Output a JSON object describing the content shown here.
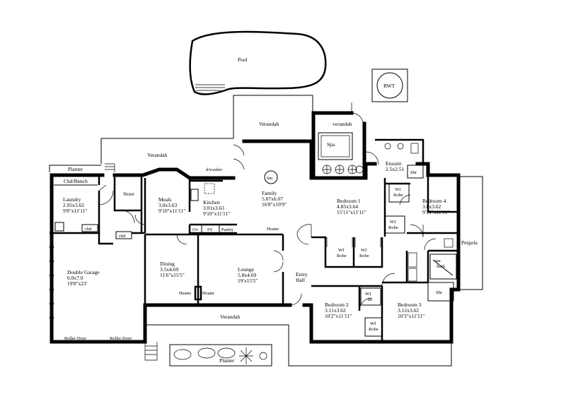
{
  "labels": {
    "pool": "Pool",
    "rwt": "RWT",
    "verandah_top": "Verandah",
    "verandah_small": "verandah",
    "verandah_left": "Verandah",
    "verandah_bottom": "Verandah",
    "spa": "Spa",
    "planter_top": "Planter",
    "planter_bottom": "Planter",
    "cbd_bench": "Cbd/Bench",
    "laundry_name": "Laundry",
    "laundry_m": "2.95x3.62",
    "laundry_i": "9'8\"x11'11\"",
    "cbd1": "cbd",
    "cbd2": "cbd",
    "store": "Store",
    "meals_name": "Meals",
    "meals_m": "3.0x3.63",
    "meals_i": "9'10\"x11'11\"",
    "kitchen_name": "Kitchen",
    "kitchen_m": "3.01x3.63",
    "kitchen_i": "9'10\"x11'11\"",
    "dwasher": "d/washer",
    "fan": "fan",
    "family_name": "Family",
    "family_m": "5.07x6.07",
    "family_i": "16'8\"x19'9\"",
    "ov": "Ov",
    "fs": "FS",
    "pantry": "Pantry",
    "heater_family": "Heater",
    "ensuite_name": "Ensuite",
    "ensuite_m": "2.5x2.51",
    "shr_top": "Shr",
    "wi_robe_b4_a": "WI",
    "wi_robe_b4_b": "Robe",
    "bed4_name": "Bedroom 4",
    "bed4_m": "3.0x3.62",
    "bed4_i": "9'10\"x11'11\"",
    "bed1_name": "Bedroom 1",
    "bed1_m": "4.85x3.64",
    "bed1_i": "15'11\"x11'11\"",
    "wi_robe_mid_a": "WI",
    "wi_robe_mid_b": "Robe",
    "wi_b1a_a": "WI",
    "wi_b1a_b": "Robe",
    "wi_b1b_a": "WI",
    "wi_b1b_b": "Robe",
    "pergola": "Pergola",
    "spa_bath_a": "spa",
    "spa_bath_b": "/bath",
    "shr_bottom": "Shr",
    "garage_name": "Double Garage",
    "garage_m": "6.0x7.0",
    "garage_i": "19'8\"x23'",
    "dining_name": "Dining",
    "dining_m": "3.5x4.69",
    "dining_i": "11'6\"x15'5\"",
    "heater_a": "Heater",
    "heater_b": "Heater",
    "lounge_name": "Lounge",
    "lounge_m": "5.8x4.69",
    "lounge_i": "19'x15'5\"",
    "entry_a": "Entry",
    "entry_b": "Hall",
    "bed2_name": "Bedroom 2",
    "bed2_m": "3.11x3.62",
    "bed2_i": "10'2\"x11'11\"",
    "wi_b2_a": "WI",
    "wi_b2_b": "be",
    "wi_b2c_a": "WI",
    "wi_b2c_b": "Robe",
    "bed3_name": "Bedroom 3",
    "bed3_m": "3.12x3.62",
    "bed3_i": "10'3\"x11'11\"",
    "roller1": "Roller Door",
    "roller2": "Roller Door"
  }
}
